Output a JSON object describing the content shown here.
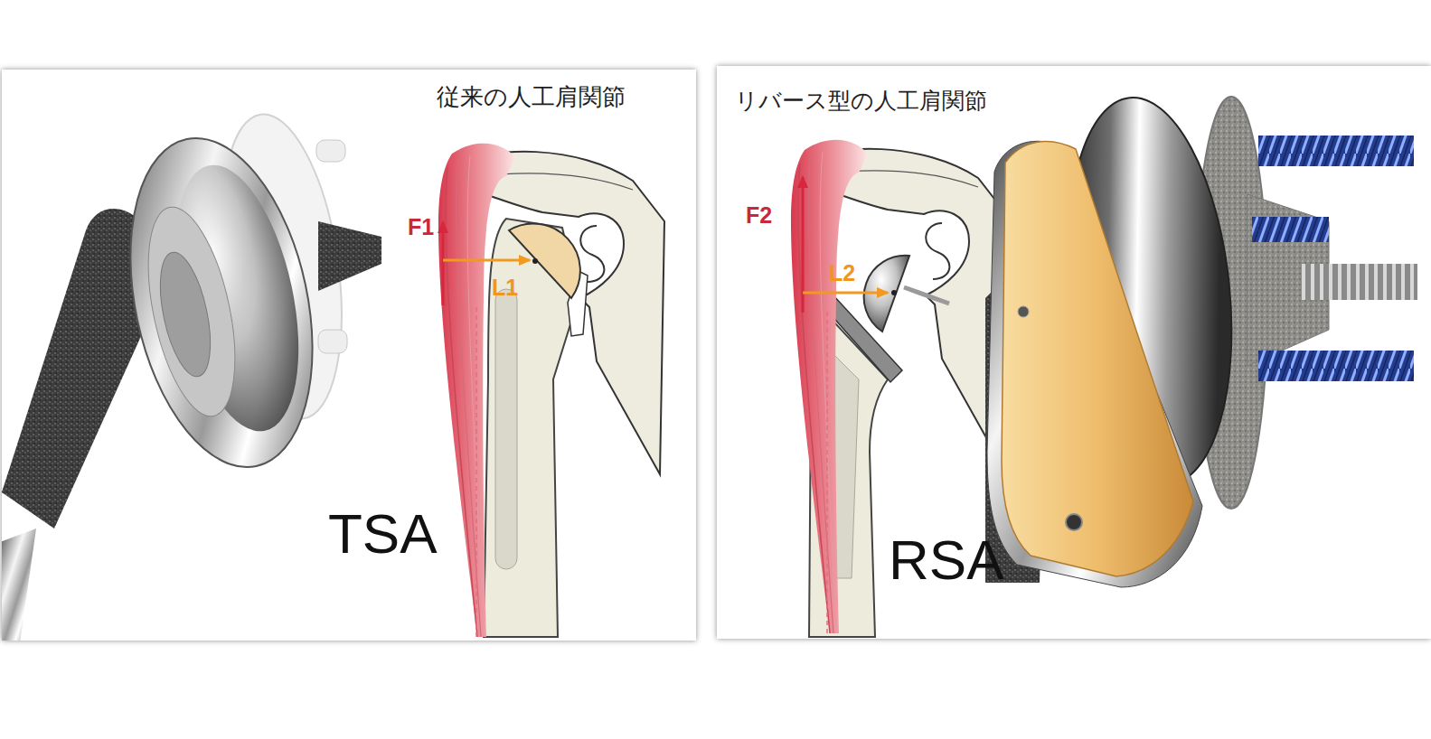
{
  "diagram": {
    "nodes": [
      {
        "text": [
          "従来の人工肩関節",
          "TSA"
        ]
      },
      {
        "text": [
          "リバース型の人工肩関節",
          "RSA"
        ]
      }
    ],
    "labels": [
      "F1",
      "L1",
      "F2",
      "L2"
    ]
  }
}
